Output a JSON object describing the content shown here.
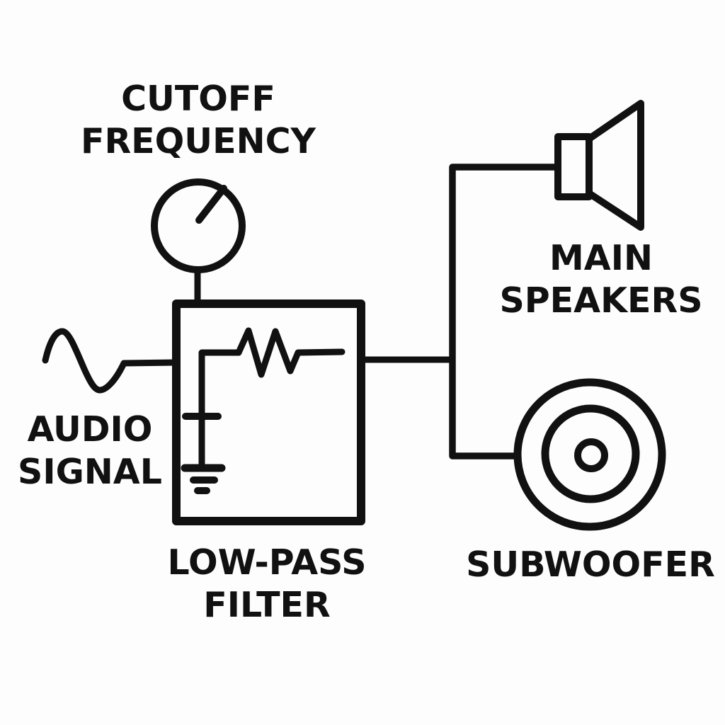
{
  "canvas": {
    "background": "#fdfdfd",
    "ink": "#111111"
  },
  "diagram": {
    "type": "audio-signal-flow",
    "labels": {
      "cutoff_frequency_line1": "CUTOFF",
      "cutoff_frequency_line2": "FREQUENCY",
      "audio_signal_line1": "AUDIO",
      "audio_signal_line2": "SIGNAL",
      "low_pass_filter_line1": "LOW-PASS",
      "low_pass_filter_line2": "FILTER",
      "main_speakers_line1": "MAIN",
      "main_speakers_line2": "SPEAKERS",
      "subwoofer_line1": "SUBWOOFER"
    },
    "components": [
      {
        "id": "audio-signal-source",
        "label": "AUDIO SIGNAL",
        "symbol": "sine-wave"
      },
      {
        "id": "cutoff-frequency-knob",
        "label": "CUTOFF FREQUENCY",
        "symbol": "knob-dial"
      },
      {
        "id": "low-pass-filter",
        "label": "LOW-PASS FILTER",
        "symbol": "rc-circuit-in-box"
      },
      {
        "id": "main-speakers",
        "label": "MAIN SPEAKERS",
        "symbol": "horn-speaker"
      },
      {
        "id": "subwoofer",
        "label": "SUBWOOFER",
        "symbol": "concentric-circle-speaker"
      }
    ],
    "connections": [
      {
        "from": "audio-signal-source",
        "to": "low-pass-filter"
      },
      {
        "from": "cutoff-frequency-knob",
        "to": "low-pass-filter"
      },
      {
        "from": "low-pass-filter",
        "to": "main-speakers"
      },
      {
        "from": "low-pass-filter",
        "to": "subwoofer"
      }
    ]
  }
}
